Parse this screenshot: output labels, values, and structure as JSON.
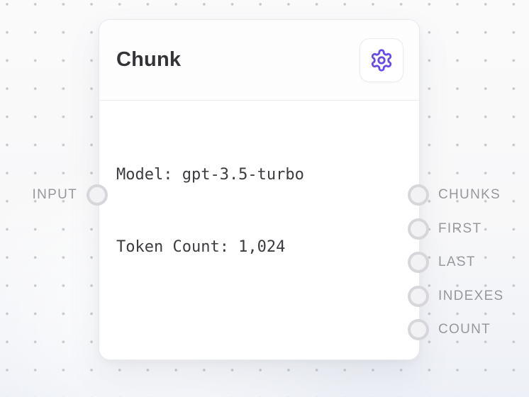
{
  "node": {
    "title": "Chunk",
    "body_lines": [
      "Model: gpt-3.5-turbo",
      "Token Count: 1,024"
    ]
  },
  "ports": {
    "input": {
      "label": "INPUT"
    },
    "outputs": [
      {
        "label": "CHUNKS"
      },
      {
        "label": "FIRST"
      },
      {
        "label": "LAST"
      },
      {
        "label": "INDEXES"
      },
      {
        "label": "COUNT"
      }
    ]
  },
  "icons": {
    "settings": "gear-icon"
  },
  "colors": {
    "accent": "#6b4aec",
    "title": "#333338",
    "body_text": "#3b3b40",
    "port_label": "#97979d",
    "port_ring": "#d7d7db",
    "port_fill": "#f2f2f5",
    "card_border": "#e9e9ee",
    "dot": "#c5c5c9",
    "canvas_bg": "#f9f9fa"
  }
}
